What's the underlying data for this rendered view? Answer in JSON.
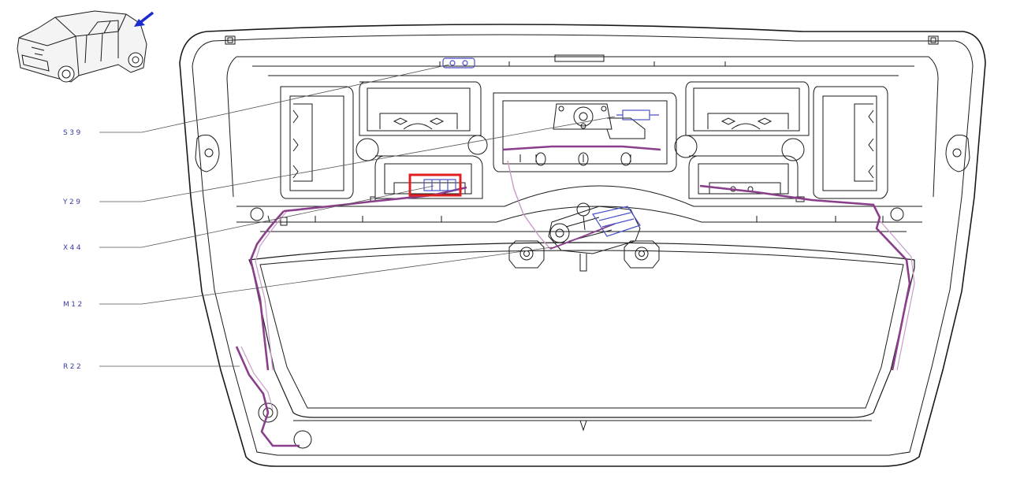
{
  "colors": {
    "line": "#1a1a1a",
    "harness": "#8a3f8a",
    "harness_light": "#c99bc9",
    "label": "#3a3aa6",
    "connector": "#4a52c8",
    "highlight": "#e02020",
    "arrow": "#1a2ad0"
  },
  "labels": [
    {
      "id": "s39",
      "text": "S39"
    },
    {
      "id": "y29",
      "text": "Y29"
    },
    {
      "id": "x44",
      "text": "X44"
    },
    {
      "id": "m12",
      "text": "M12"
    },
    {
      "id": "r22",
      "text": "R22"
    }
  ],
  "icons": {
    "vehicle": "hatchback-car-icon",
    "location_arrow": "location-arrow-icon"
  }
}
